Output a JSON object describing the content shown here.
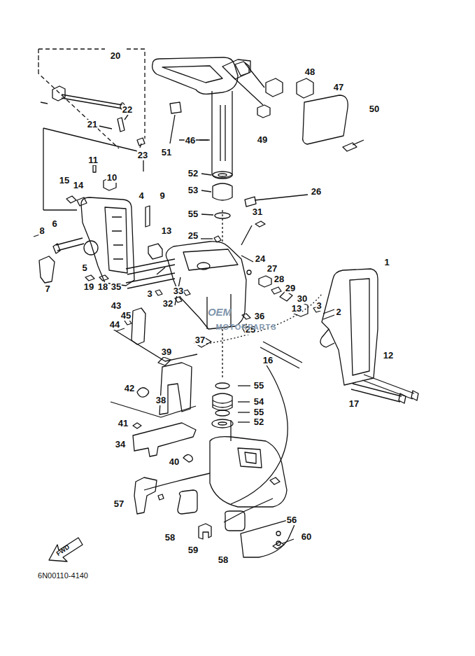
{
  "diagram": {
    "labels": [
      "20",
      "22",
      "21",
      "23",
      "11",
      "10",
      "15",
      "14",
      "4",
      "9",
      "6",
      "8",
      "13",
      "25",
      "31",
      "5",
      "7",
      "35",
      "19",
      "18",
      "3",
      "33",
      "32",
      "24",
      "27",
      "28",
      "29",
      "30",
      "36",
      "13",
      "3",
      "2",
      "1",
      "43",
      "45",
      "44",
      "37",
      "25",
      "16",
      "12",
      "17",
      "39",
      "42",
      "38",
      "55",
      "54",
      "55",
      "52",
      "41",
      "34",
      "40",
      "57",
      "58",
      "59",
      "58",
      "56",
      "60",
      "46",
      "52",
      "53",
      "26",
      "55",
      "48",
      "47",
      "50",
      "49",
      "51",
      "FWD",
      "6N00110-4140",
      "OEM",
      "MOTORPARTS"
    ]
  }
}
